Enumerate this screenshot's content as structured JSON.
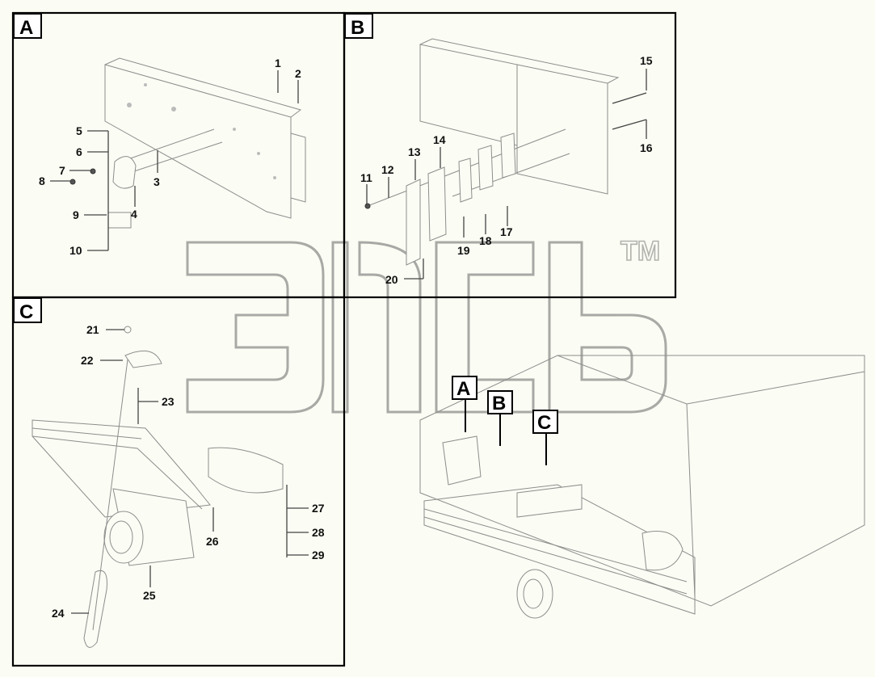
{
  "diagram": {
    "title": "",
    "panels": [
      {
        "id": "A",
        "label": "A"
      },
      {
        "id": "B",
        "label": "B"
      },
      {
        "id": "C",
        "label": "C"
      }
    ],
    "callouts": {
      "A": [
        "1",
        "2",
        "3",
        "4",
        "5",
        "6",
        "7",
        "8",
        "9",
        "10"
      ],
      "B": [
        "11",
        "12",
        "13",
        "14",
        "15",
        "16",
        "17",
        "18",
        "19",
        "20"
      ],
      "C": [
        "21",
        "22",
        "23",
        "24",
        "25",
        "26",
        "27",
        "28",
        "29"
      ]
    },
    "overview_markers": [
      "A",
      "B",
      "C"
    ],
    "watermark": {
      "text": "TM"
    },
    "colors": {
      "frame": "#000000",
      "line_art": "#8d8d8d",
      "background": "#fbfcf3"
    }
  }
}
